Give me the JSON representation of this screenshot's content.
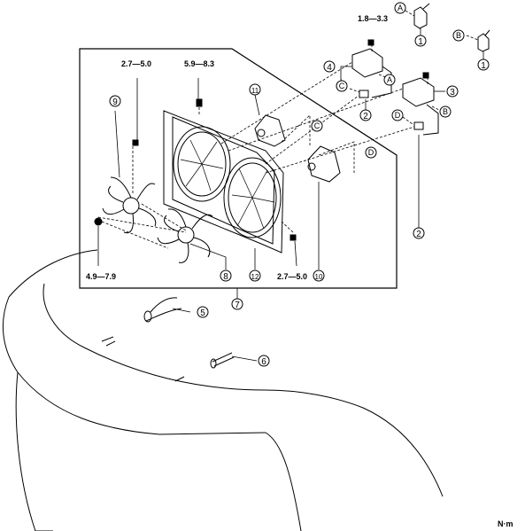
{
  "torques": {
    "bracket_bolt": "1.8—3.3",
    "shroud_bolt_top": "2.7—5.0",
    "shroud_bolt_bottom": "2.7—5.0",
    "upper_bolt": "5.9—8.3",
    "fan_nut": "4.9—7.9"
  },
  "unit": "N·m",
  "parts": {
    "p1": "1",
    "p2": "2",
    "p3": "3",
    "p4": "4",
    "p5": "5",
    "p6": "6",
    "p7": "7",
    "p8": "8",
    "p9": "9",
    "p10": "10",
    "p11": "11",
    "p12": "12"
  },
  "refs": {
    "A": "A",
    "B": "B",
    "C": "C",
    "D": "D"
  }
}
